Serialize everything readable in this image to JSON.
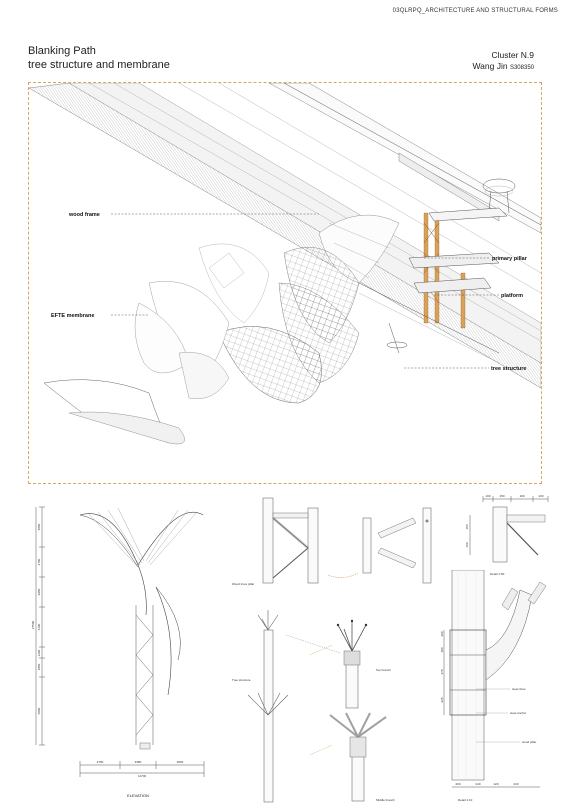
{
  "header": {
    "course": "03QLRPQ_ARCHITECTURE AND STRUCTURAL FORMS",
    "title_line1": "Blanking Path",
    "title_line2": "tree structure and membrane",
    "cluster": "Cluster N.9",
    "author": "Wang Jin",
    "student_id": "S308350"
  },
  "main_view": {
    "labels": {
      "wood_frame": "wood frame",
      "efte_membrane": "EFTE membrane",
      "primary_pillar": "primary pillar",
      "platform": "platform",
      "tree_structure": "tree structure"
    },
    "frame_color": "#e0a35a",
    "wood_color": "#d9a15a"
  },
  "elevation": {
    "caption": "ELEVATION",
    "vertical_dims": [
      "4850",
      "2700",
      "2950",
      "4100",
      "1200",
      "1850",
      "6000"
    ],
    "total_dim": "27500",
    "horizontal_dims": [
      "3750",
      "3380",
      "3500"
    ],
    "horizontal_total": "11700"
  },
  "truss": {
    "caption": "Wood truss pillar",
    "detail_caption": "Detail 1:50",
    "top_dims": [
      "100",
      "150",
      "190",
      "100"
    ],
    "side_dims": [
      "150",
      "100"
    ]
  },
  "tree": {
    "caption": "Tree structure",
    "top_branch": "Top branch",
    "middle_branch": "Middle branch"
  },
  "detail10": {
    "caption": "Detail 1:10",
    "labels": [
      "steel shoe",
      "steel anchor",
      "wood pillar"
    ],
    "side_dims": [
      "200",
      "480",
      "370",
      "225"
    ],
    "bottom_dims": [
      "200",
      "240",
      "120",
      "240"
    ]
  }
}
